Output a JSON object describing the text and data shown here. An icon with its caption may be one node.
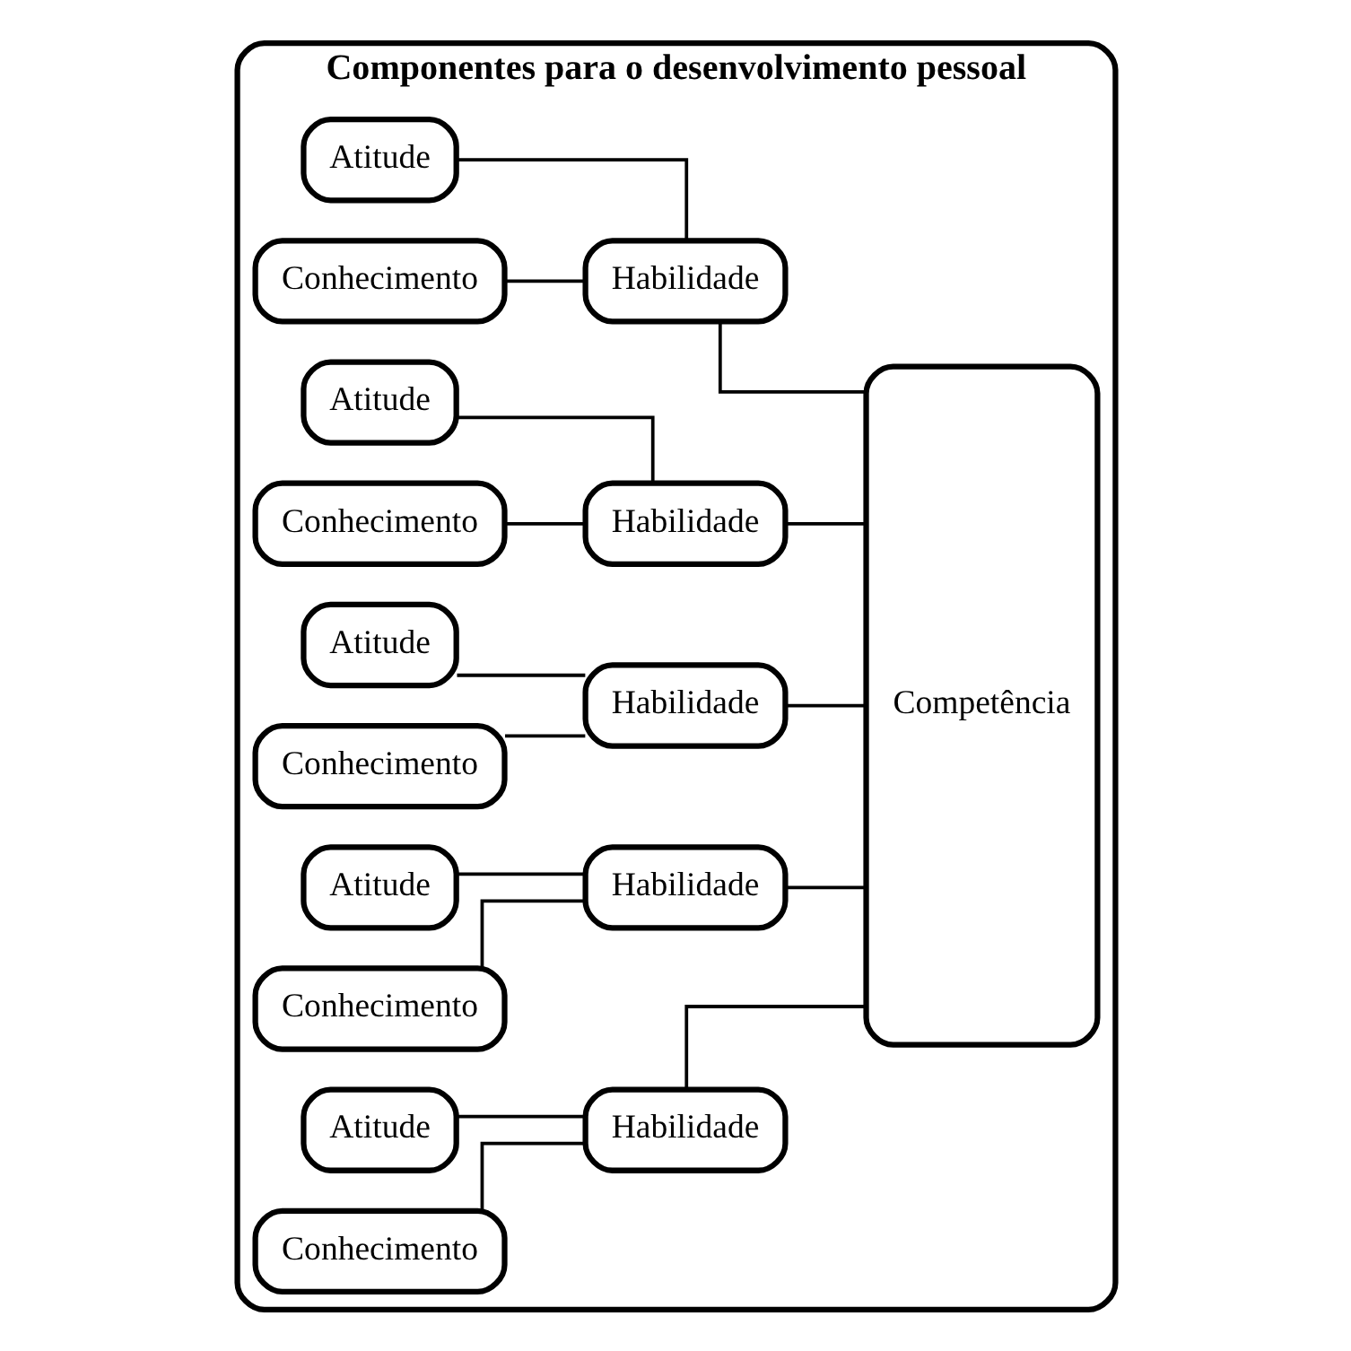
{
  "diagram": {
    "nodes": [
      {
        "text": [
          "Componentes para o desenvolvimento pessoal"
        ]
      },
      {
        "text": [
          "Atitude"
        ],
        "in": 0
      },
      {
        "text": [
          "Conhecimento"
        ],
        "in": 0
      },
      {
        "text": [
          "Habilidade"
        ],
        "in": 0
      },
      {
        "text": [
          "Atitude"
        ],
        "in": 0
      },
      {
        "text": [
          "Conhecimento"
        ],
        "in": 0
      },
      {
        "text": [
          "Habilidade"
        ],
        "in": 0
      },
      {
        "text": [
          "Atitude"
        ],
        "in": 0
      },
      {
        "text": [
          "Conhecimento"
        ],
        "in": 0
      },
      {
        "text": [
          "Habilidade"
        ],
        "in": 0
      },
      {
        "text": [
          "Atitude"
        ],
        "in": 0
      },
      {
        "text": [
          "Conhecimento"
        ],
        "in": 0
      },
      {
        "text": [
          "Habilidade"
        ],
        "in": 0
      },
      {
        "text": [
          "Atitude"
        ],
        "in": 0
      },
      {
        "text": [
          "Conhecimento"
        ],
        "in": 0
      },
      {
        "text": [
          "Habilidade"
        ],
        "in": 0
      },
      {
        "text": [
          "Competência"
        ],
        "in": 0
      }
    ],
    "edges": [
      {
        "from": 1,
        "to": 3,
        "arrow": "none"
      },
      {
        "from": 2,
        "to": 3,
        "arrow": "none"
      },
      {
        "from": 4,
        "to": 6,
        "arrow": "none"
      },
      {
        "from": 5,
        "to": 6,
        "arrow": "none"
      },
      {
        "from": 7,
        "to": 9,
        "arrow": "none"
      },
      {
        "from": 8,
        "to": 9,
        "arrow": "none"
      },
      {
        "from": 10,
        "to": 12,
        "arrow": "none"
      },
      {
        "from": 11,
        "to": 12,
        "arrow": "none"
      },
      {
        "from": 13,
        "to": 15,
        "arrow": "none"
      },
      {
        "from": 14,
        "to": 15,
        "arrow": "none"
      },
      {
        "from": 3,
        "to": 16,
        "arrow": "none"
      },
      {
        "from": 6,
        "to": 16,
        "arrow": "none"
      },
      {
        "from": 9,
        "to": 16,
        "arrow": "none"
      },
      {
        "from": 12,
        "to": 16,
        "arrow": "none"
      },
      {
        "from": 15,
        "to": 16,
        "arrow": "none"
      }
    ]
  }
}
